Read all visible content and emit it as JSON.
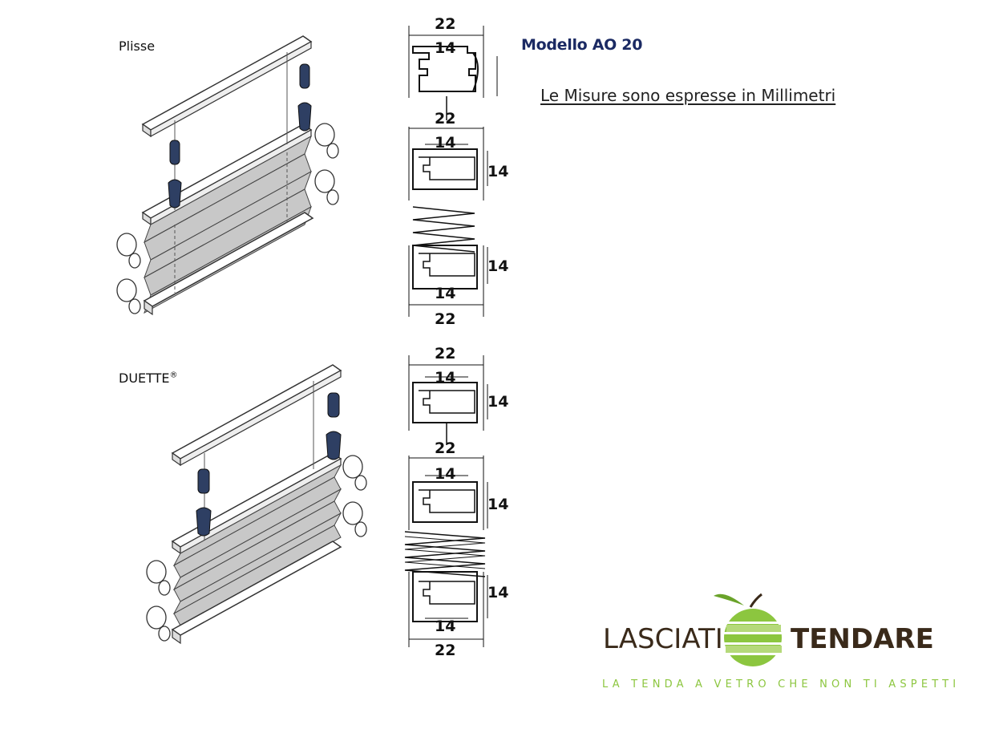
{
  "labels": {
    "plisse": "Plisse",
    "duette": "DUETTE",
    "duette_mark": "®"
  },
  "header": {
    "model_title": "Modello AO 20",
    "units_note": "Le Misure sono espresse in Millimetri"
  },
  "dimensions": {
    "plisse_profile_1": {
      "width": "22",
      "inner": "14"
    },
    "plisse_profile_2": {
      "width": "22",
      "inner": "14",
      "height": "14"
    },
    "plisse_profile_3": {
      "height": "14",
      "inner": "14",
      "width": "22"
    },
    "duette_profile_1": {
      "width": "22",
      "inner": "14",
      "height": "14"
    },
    "duette_profile_2": {
      "width": "22",
      "inner": "14",
      "height": "14"
    },
    "duette_profile_3": {
      "height": "14",
      "inner": "14",
      "width": "22"
    }
  },
  "brand": {
    "name_left": "LASCIATI",
    "name_right": "TENDARE",
    "tagline": "LA TENDA A VETRO CHE NON TI ASPETTI"
  },
  "colors": {
    "title_blue": "#1b2a63",
    "brand_green": "#8cc63f",
    "brand_brown": "#3a2a1a",
    "clip_blue": "#2e3f63",
    "fabric_grey": "#c8c8c8"
  }
}
